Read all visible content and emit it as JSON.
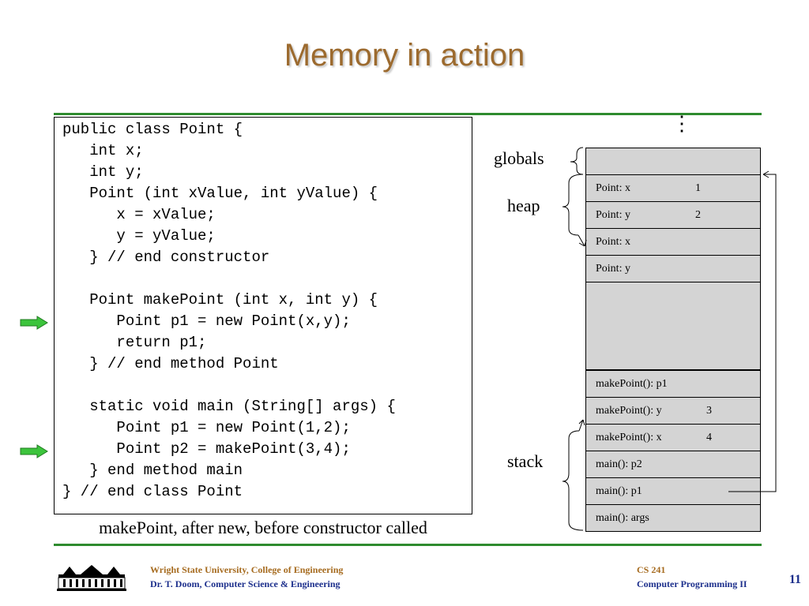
{
  "title": "Memory in action",
  "code_lines": [
    "public class Point {",
    "   int x;",
    "   int y;",
    "   Point (int xValue, int yValue) {",
    "      x = xValue;",
    "      y = yValue;",
    "   } // end constructor",
    "",
    "   Point makePoint (int x, int y) {",
    "      Point p1 = new Point(x,y);",
    "      return p1;",
    "   } // end method Point",
    "",
    "   static void main (String[] args) {",
    "      Point p1 = new Point(1,2);",
    "      Point p2 = makePoint(3,4);",
    "   } end method main",
    "} // end class Point"
  ],
  "caption": "makePoint, after new, before constructor called",
  "memory": {
    "dots": "⋮",
    "labels": {
      "globals": "globals",
      "heap": "heap",
      "stack": "stack"
    },
    "heap_cells": [
      {
        "label": "Point: x",
        "value": "1"
      },
      {
        "label": "Point: y",
        "value": "2"
      },
      {
        "label": "Point: x",
        "value": ""
      },
      {
        "label": "Point: y",
        "value": ""
      }
    ],
    "stack_cells": [
      {
        "label": "makePoint(): p1",
        "value": ""
      },
      {
        "label": "makePoint(): y",
        "value": "3"
      },
      {
        "label": "makePoint(): x",
        "value": "4"
      },
      {
        "label": "main(): p2",
        "value": ""
      },
      {
        "label": "main(): p1",
        "value": ""
      },
      {
        "label": "main(): args",
        "value": ""
      }
    ]
  },
  "footer": {
    "left_line1": "Wright State University, College of Engineering",
    "left_line2": "Dr. T. Doom, Computer Science & Engineering",
    "right_line1": "CS 241",
    "right_line2": "Computer Programming II",
    "page": "11"
  },
  "colors": {
    "title": "#9c6a2e",
    "rule": "#2e8b2e",
    "arrow": "#3cc43c",
    "cell": "#d4d4d4"
  },
  "icons": {
    "pointer": "green-right-arrow-icon",
    "logo": "university-building-logo"
  }
}
